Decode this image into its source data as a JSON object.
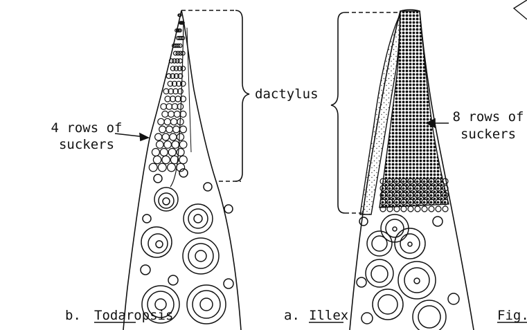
{
  "figure": {
    "labels": {
      "dactylus": "dactylus",
      "rows_left_1": "4 rows of",
      "rows_left_2": "suckers",
      "rows_right_1": "8 rows of",
      "rows_right_2": "suckers",
      "caption_b_letter": "b.",
      "caption_b_name": "Todaropsis",
      "caption_a_letter": "a.",
      "caption_a_name": "Illex",
      "fig_label": "Fig."
    },
    "colors": {
      "ink": "#111111",
      "paper": "#ffffff"
    }
  }
}
